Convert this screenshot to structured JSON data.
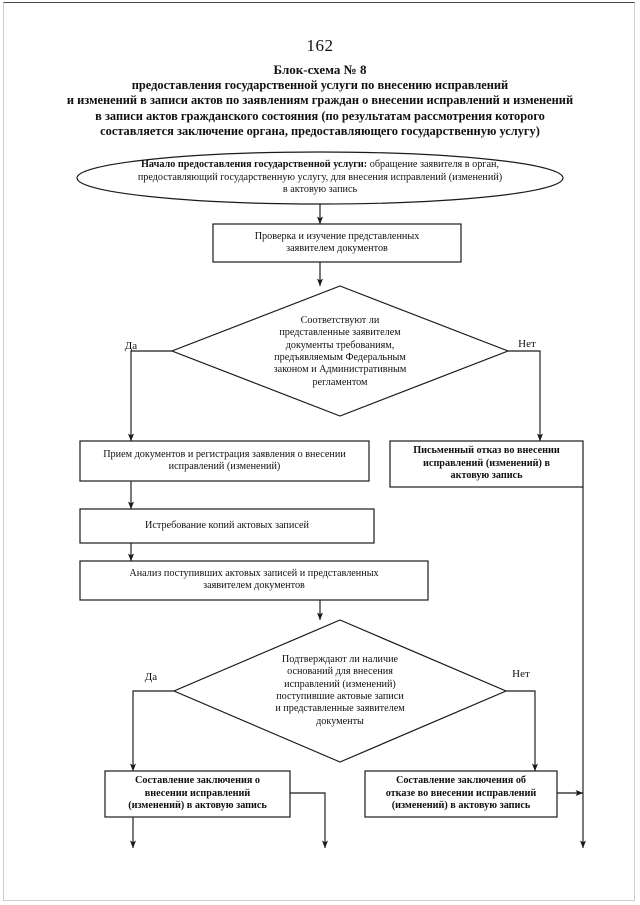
{
  "document": {
    "page_number": "162",
    "title_lines": [
      "Блок-схема № 8",
      "предоставления государственной услуги по внесению исправлений",
      "и изменений в записи актов по заявлениям граждан о внесении исправлений и изменений",
      "в записи актов гражданского состояния (по результатам рассмотрения которого",
      "составляется заключение органа, предоставляющего государственную услугу)"
    ]
  },
  "chart_data": {
    "type": "diagram",
    "subtype": "flowchart",
    "title": "Блок-схема № 8",
    "nodes": [
      {
        "id": "start",
        "shape": "ellipse",
        "bold_prefix": "Начало предоставления государственной услуги:",
        "lines": [
          "Начало предоставления государственной услуги: обращение заявителя в орган,",
          "предоставляющий государственную услугу, для внесения исправлений (изменений)",
          "в актовую запись"
        ]
      },
      {
        "id": "check_docs",
        "shape": "rect",
        "bold": false,
        "lines": [
          "Проверка и изучение представленных",
          "заявителем документов"
        ]
      },
      {
        "id": "decision_1",
        "shape": "diamond",
        "bold": false,
        "lines": [
          "Соответствуют ли",
          "представленные заявителем",
          "документы требованиям,",
          "предъявляемым Федеральным",
          "законом и Административным",
          "регламентом"
        ]
      },
      {
        "id": "accept_docs",
        "shape": "rect",
        "bold": false,
        "lines": [
          "Прием документов и регистрация заявления о внесении",
          "исправлений (изменений)"
        ]
      },
      {
        "id": "written_refusal",
        "shape": "rect",
        "bold": true,
        "lines": [
          "Письменный отказ во внесении",
          "исправлений (изменений) в",
          "актовую запись"
        ]
      },
      {
        "id": "request_copies",
        "shape": "rect",
        "bold": false,
        "lines": [
          "Истребование копий актовых записей"
        ]
      },
      {
        "id": "analysis",
        "shape": "rect",
        "bold": false,
        "lines": [
          "Анализ поступивших актовых записей и представленных",
          "заявителем документов"
        ]
      },
      {
        "id": "decision_2",
        "shape": "diamond",
        "bold": false,
        "lines": [
          "Подтверждают ли наличие",
          "оснований для внесения",
          "исправлений (изменений)",
          "поступившие актовые записи",
          "и представленные заявителем",
          "документы"
        ]
      },
      {
        "id": "conclusion_yes",
        "shape": "rect",
        "bold": true,
        "lines": [
          "Составление заключения о",
          "внесении исправлений",
          "(изменений) в актовую запись"
        ]
      },
      {
        "id": "conclusion_no",
        "shape": "rect",
        "bold": true,
        "lines": [
          "Составление заключения об",
          "отказе во внесении исправлений",
          "(изменений) в актовую запись"
        ]
      }
    ],
    "edge_labels": {
      "d1_yes": "Да",
      "d1_no": "Нет",
      "d2_yes": "Да",
      "d2_no": "Нет"
    },
    "edges": [
      {
        "from": "start",
        "to": "check_docs",
        "label": ""
      },
      {
        "from": "check_docs",
        "to": "decision_1",
        "label": ""
      },
      {
        "from": "decision_1",
        "to": "accept_docs",
        "label": "Да"
      },
      {
        "from": "decision_1",
        "to": "written_refusal",
        "label": "Нет"
      },
      {
        "from": "accept_docs",
        "to": "request_copies",
        "label": ""
      },
      {
        "from": "request_copies",
        "to": "analysis",
        "label": ""
      },
      {
        "from": "analysis",
        "to": "decision_2",
        "label": ""
      },
      {
        "from": "decision_2",
        "to": "conclusion_yes",
        "label": "Да"
      },
      {
        "from": "decision_2",
        "to": "conclusion_no",
        "label": "Нет"
      },
      {
        "from": "written_refusal",
        "to": "page-bottom",
        "label": ""
      },
      {
        "from": "conclusion_yes",
        "to": "page-bottom",
        "label": ""
      },
      {
        "from": "conclusion_no",
        "to": "page-bottom",
        "label": ""
      }
    ],
    "colors": {
      "stroke": "#1a1a1a",
      "fill": "#ffffff",
      "text": "#111111"
    }
  }
}
